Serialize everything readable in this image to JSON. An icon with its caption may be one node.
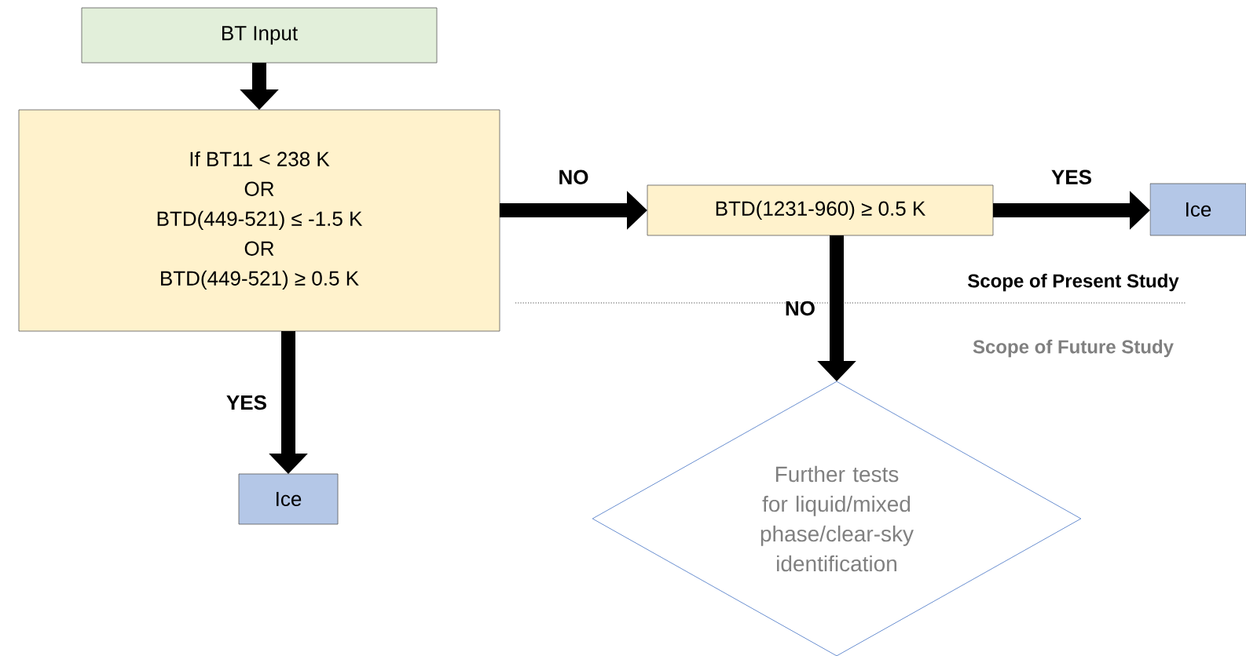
{
  "diagram": {
    "nodes": [
      {
        "text": [
          "BT Input"
        ]
      },
      {
        "text": [
          "If BT11 < 238 K",
          "OR",
          "BTD(449-521) ≤ -1.5 K",
          "OR",
          "BTD(449-521) ≥ 0.5 K"
        ]
      },
      {
        "text": [
          "BTD(1231-960) ≥ 0.5 K"
        ]
      },
      {
        "text": [
          "Ice"
        ]
      },
      {
        "text": [
          "Ice"
        ]
      },
      {
        "text": [
          "Further tests for liquid/mixed phase/clear-sky identification"
        ]
      }
    ],
    "edges": [
      {
        "from": 0,
        "to": 1,
        "arrow": "to"
      },
      {
        "from": 1,
        "to": 2,
        "arrow": "to",
        "label": "NO"
      },
      {
        "from": 2,
        "to": 3,
        "arrow": "to",
        "label": "YES"
      },
      {
        "from": 1,
        "to": 4,
        "arrow": "to",
        "label": "YES"
      },
      {
        "from": 2,
        "to": 5,
        "arrow": "to",
        "label": "NO"
      }
    ],
    "labels": [
      "Scope of Present Study",
      "Scope of Future Study"
    ]
  }
}
